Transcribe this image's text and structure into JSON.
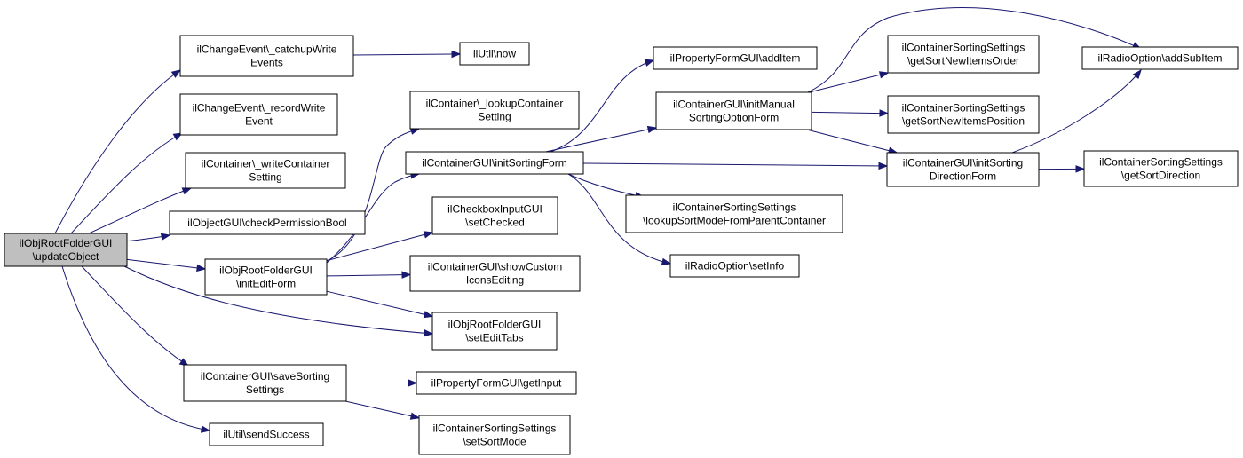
{
  "diagram": {
    "nodes": [
      {
        "id": "root",
        "lines": [
          "ilObjRootFolderGUI",
          "\\updateObject"
        ],
        "root": true
      },
      {
        "id": "catchup",
        "lines": [
          "ilChangeEvent\\_catchupWrite",
          "Events"
        ]
      },
      {
        "id": "now",
        "lines": [
          "ilUtil\\now"
        ]
      },
      {
        "id": "record",
        "lines": [
          "ilChangeEvent\\_recordWrite",
          "Event"
        ]
      },
      {
        "id": "writecont",
        "lines": [
          "ilContainer\\_writeContainer",
          "Setting"
        ]
      },
      {
        "id": "checkperm",
        "lines": [
          "ilObjectGUI\\checkPermissionBool"
        ]
      },
      {
        "id": "initedit",
        "lines": [
          "ilObjRootFolderGUI",
          "\\initEditForm"
        ]
      },
      {
        "id": "lookupcont",
        "lines": [
          "ilContainer\\_lookupContainer",
          "Setting"
        ]
      },
      {
        "id": "initsort",
        "lines": [
          "ilContainerGUI\\initSortingForm"
        ]
      },
      {
        "id": "setchecked",
        "lines": [
          "ilCheckboxInputGUI",
          "\\setChecked"
        ]
      },
      {
        "id": "showcustom",
        "lines": [
          "ilContainerGUI\\showCustom",
          "IconsEditing"
        ]
      },
      {
        "id": "setedittabs",
        "lines": [
          "ilObjRootFolderGUI",
          "\\setEditTabs"
        ]
      },
      {
        "id": "savesort",
        "lines": [
          "ilContainerGUI\\saveSorting",
          "Settings"
        ]
      },
      {
        "id": "getinput",
        "lines": [
          "ilPropertyFormGUI\\getInput"
        ]
      },
      {
        "id": "setsortmode",
        "lines": [
          "ilContainerSortingSettings",
          "\\setSortMode"
        ]
      },
      {
        "id": "sendsuccess",
        "lines": [
          "ilUtil\\sendSuccess"
        ]
      },
      {
        "id": "additem",
        "lines": [
          "ilPropertyFormGUI\\addItem"
        ]
      },
      {
        "id": "initmanual",
        "lines": [
          "ilContainerGUI\\initManual",
          "SortingOptionForm"
        ]
      },
      {
        "id": "lookupsortmode",
        "lines": [
          "ilContainerSortingSettings",
          "\\lookupSortModeFromParentContainer"
        ]
      },
      {
        "id": "setinfo",
        "lines": [
          "ilRadioOption\\setInfo"
        ]
      },
      {
        "id": "getneworder",
        "lines": [
          "ilContainerSortingSettings",
          "\\getSortNewItemsOrder"
        ]
      },
      {
        "id": "getnewpos",
        "lines": [
          "ilContainerSortingSettings",
          "\\getSortNewItemsPosition"
        ]
      },
      {
        "id": "initsortdir",
        "lines": [
          "ilContainerGUI\\initSorting",
          "DirectionForm"
        ]
      },
      {
        "id": "addsubitem",
        "lines": [
          "ilRadioOption\\addSubItem"
        ]
      },
      {
        "id": "getsortdir",
        "lines": [
          "ilContainerSortingSettings",
          "\\getSortDirection"
        ]
      }
    ],
    "edges": [
      [
        "root",
        "catchup"
      ],
      [
        "root",
        "record"
      ],
      [
        "root",
        "writecont"
      ],
      [
        "root",
        "checkperm"
      ],
      [
        "root",
        "initedit"
      ],
      [
        "root",
        "setedittabs"
      ],
      [
        "root",
        "savesort"
      ],
      [
        "root",
        "sendsuccess"
      ],
      [
        "catchup",
        "now"
      ],
      [
        "initedit",
        "lookupcont"
      ],
      [
        "initedit",
        "initsort"
      ],
      [
        "initedit",
        "setchecked"
      ],
      [
        "initedit",
        "showcustom"
      ],
      [
        "initedit",
        "setedittabs"
      ],
      [
        "initsort",
        "additem"
      ],
      [
        "initsort",
        "initmanual"
      ],
      [
        "initsort",
        "initsortdir"
      ],
      [
        "initsort",
        "lookupsortmode"
      ],
      [
        "initsort",
        "setinfo"
      ],
      [
        "initmanual",
        "addsubitem"
      ],
      [
        "initmanual",
        "getneworder"
      ],
      [
        "initmanual",
        "getnewpos"
      ],
      [
        "initmanual",
        "initsortdir"
      ],
      [
        "initsortdir",
        "addsubitem"
      ],
      [
        "initsortdir",
        "getsortdir"
      ],
      [
        "savesort",
        "getinput"
      ],
      [
        "savesort",
        "setsortmode"
      ]
    ]
  }
}
